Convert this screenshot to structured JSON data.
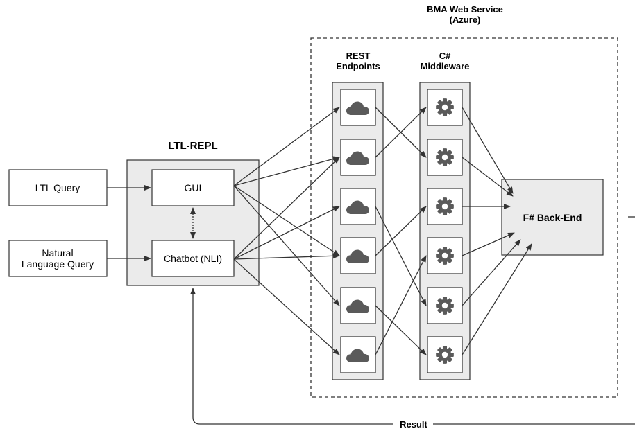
{
  "service": {
    "title_line1": "BMA Web Service",
    "title_line2": "(Azure)"
  },
  "columns": {
    "rest_line1": "REST",
    "rest_line2": "Endpoints",
    "middleware_line1": "C#",
    "middleware_line2": "Middleware"
  },
  "repl": {
    "title": "LTL-REPL",
    "gui_label": "GUI",
    "chatbot_label": "Chatbot (NLI)"
  },
  "inputs": {
    "ltl_query": "LTL Query",
    "nl_query_line1": "Natural",
    "nl_query_line2": "Language Query"
  },
  "backend": {
    "label": "F# Back-End"
  },
  "result": {
    "label": "Result"
  },
  "icons": {
    "rest": "cloud-icon",
    "middleware": "gear-icon"
  },
  "colors": {
    "stroke": "#333333",
    "panel_fill": "#ebebeb",
    "icon_fill": "#5a5a5a",
    "box_fill": "#ffffff"
  }
}
